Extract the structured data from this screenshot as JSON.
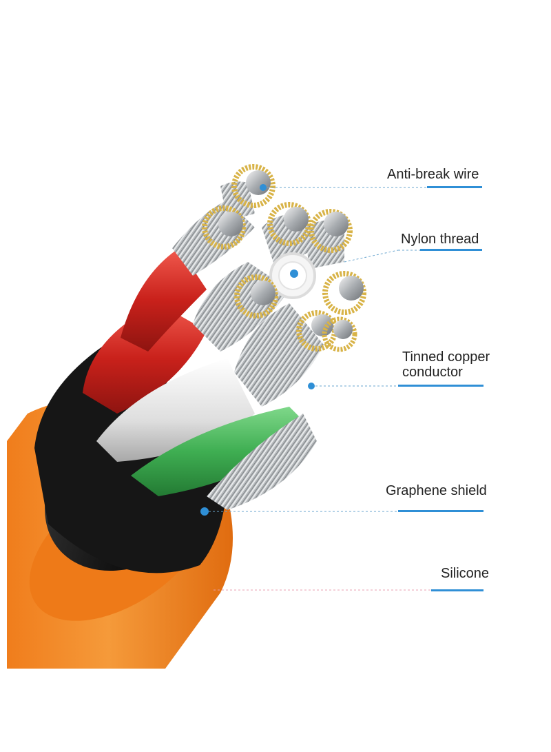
{
  "labels": {
    "anti_break_wire": "Anti-break wire",
    "nylon_thread": "Nylon thread",
    "tinned_copper_conductor": "Tinned copper\nconductor",
    "graphene_shield": "Graphene shield",
    "silicone": "Silicone"
  },
  "colors": {
    "outer_jacket": "#f07d1c",
    "shield": "#1a1a1a",
    "red_wire": "#d42a22",
    "white_wire": "#e8e8e8",
    "green_wire": "#3fae52",
    "strand_silver": "#bfc3c6",
    "nylon_gold": "#d8b347",
    "accent_blue": "#2f8fd6"
  }
}
